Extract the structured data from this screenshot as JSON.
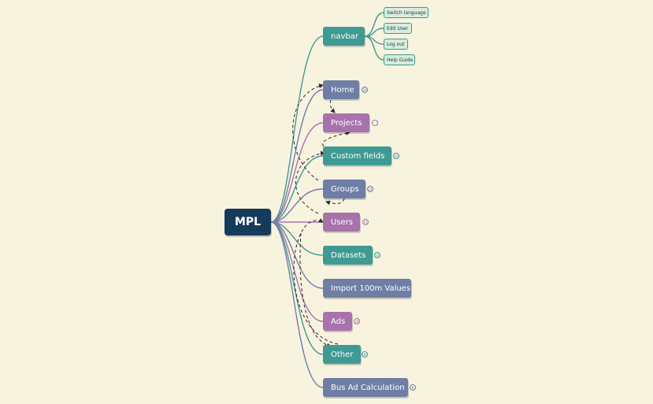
{
  "root": {
    "label": "MPL",
    "color": "#153b5a"
  },
  "colors": {
    "teal": "#3f9a94",
    "slate": "#6f7ea5",
    "mauve": "#a872ad",
    "background": "#f8f3df",
    "dashed": "#2b2b2b"
  },
  "navbar": {
    "label": "navbar",
    "color": "#3f9a94",
    "children": [
      "Switch language",
      "Edit User",
      "Log out",
      "Help Guide"
    ]
  },
  "branches": [
    {
      "label": "Home",
      "color": "#6f7ea5",
      "count": "20"
    },
    {
      "label": "Projects",
      "color": "#a872ad",
      "count": ""
    },
    {
      "label": "Custom fields",
      "color": "#3f9a94",
      "count": "15"
    },
    {
      "label": "Groups",
      "color": "#6f7ea5",
      "count": "22"
    },
    {
      "label": "Users",
      "color": "#a872ad",
      "count": "13"
    },
    {
      "label": "Datasets",
      "color": "#3f9a94",
      "count": "14"
    },
    {
      "label": "Import 100m Values",
      "color": "#6f7ea5",
      "count": ""
    },
    {
      "label": "Ads",
      "color": "#a872ad",
      "count": "28"
    },
    {
      "label": "Other",
      "color": "#3f9a94",
      "count": "100"
    },
    {
      "label": "Bus Ad Calculation",
      "color": "#6f7ea5",
      "count": "6"
    }
  ]
}
